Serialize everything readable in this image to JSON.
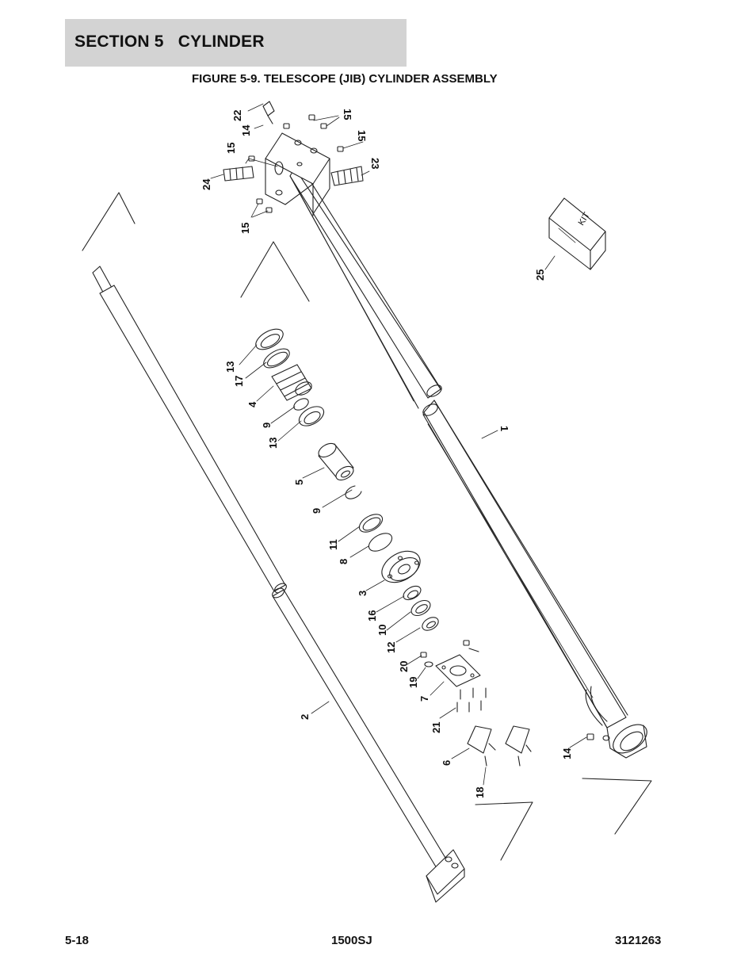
{
  "header": {
    "section": "SECTION 5",
    "section_name": "CYLINDER",
    "figure_title": "FIGURE 5-9. TELESCOPE (JIB) CYLINDER ASSEMBLY"
  },
  "diagram": {
    "kit_label": "KIT",
    "callouts": [
      {
        "id": "c22",
        "text": "22"
      },
      {
        "id": "c14a",
        "text": "14"
      },
      {
        "id": "c15a",
        "text": "15"
      },
      {
        "id": "c15b",
        "text": "15"
      },
      {
        "id": "c15c",
        "text": "15"
      },
      {
        "id": "c23",
        "text": "23"
      },
      {
        "id": "c24",
        "text": "24"
      },
      {
        "id": "c15d",
        "text": "15"
      },
      {
        "id": "c25",
        "text": "25"
      },
      {
        "id": "c13a",
        "text": "13"
      },
      {
        "id": "c17",
        "text": "17"
      },
      {
        "id": "c4",
        "text": "4"
      },
      {
        "id": "c9a",
        "text": "9"
      },
      {
        "id": "c13b",
        "text": "13"
      },
      {
        "id": "c1",
        "text": "1"
      },
      {
        "id": "c5",
        "text": "5"
      },
      {
        "id": "c9b",
        "text": "9"
      },
      {
        "id": "c11",
        "text": "11"
      },
      {
        "id": "c8",
        "text": "8"
      },
      {
        "id": "c3",
        "text": "3"
      },
      {
        "id": "c16",
        "text": "16"
      },
      {
        "id": "c10",
        "text": "10"
      },
      {
        "id": "c12",
        "text": "12"
      },
      {
        "id": "c20",
        "text": "20"
      },
      {
        "id": "c19",
        "text": "19"
      },
      {
        "id": "c7",
        "text": "7"
      },
      {
        "id": "c2",
        "text": "2"
      },
      {
        "id": "c21",
        "text": "21"
      },
      {
        "id": "c14b",
        "text": "14"
      },
      {
        "id": "c6",
        "text": "6"
      },
      {
        "id": "c18",
        "text": "18"
      }
    ]
  },
  "footer": {
    "page": "5-18",
    "model": "1500SJ",
    "doc_number": "3121263"
  }
}
